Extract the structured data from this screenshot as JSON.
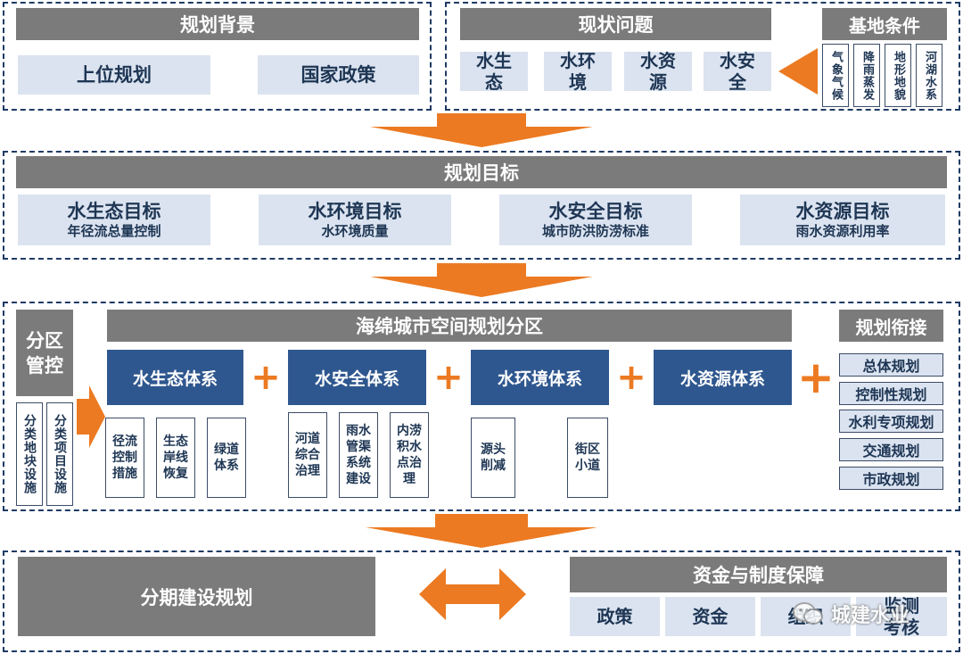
{
  "background": {
    "title": "规划背景",
    "items": [
      "上位规划",
      "国家政策"
    ]
  },
  "issues": {
    "title": "现状问题",
    "items": [
      "水生态",
      "水环境",
      "水资源",
      "水安全"
    ]
  },
  "conditions": {
    "title": "基地条件",
    "items": [
      "气象气候",
      "降雨蒸发",
      "地形地貌",
      "河湖水系"
    ]
  },
  "goals": {
    "title": "规划目标",
    "items": [
      {
        "title": "水生态目标",
        "subtitle": "年径流总量控制"
      },
      {
        "title": "水环境目标",
        "subtitle": "水环境质量"
      },
      {
        "title": "水安全目标",
        "subtitle": "城市防洪防涝标准"
      },
      {
        "title": "水资源目标",
        "subtitle": "雨水资源利用率"
      }
    ]
  },
  "zoning": {
    "control_title": "分区管控",
    "control_items": [
      "分类地块设施",
      "分类项目设施"
    ],
    "title": "海绵城市空间规划分区",
    "plus": "+",
    "systems": [
      "水生态体系",
      "水安全体系",
      "水环境体系",
      "水资源体系"
    ],
    "measures": {
      "eco": [
        "径流控制措施",
        "生态岸线恢复",
        "绿道体系"
      ],
      "safety": [
        "河道综合治理",
        "雨水管渠系统建设",
        "内涝积水点治理"
      ],
      "env": [
        "源头削减",
        "街区小道"
      ]
    },
    "link_title": "规划衔接",
    "link_items": [
      "总体规划",
      "控制性规划",
      "水利专项规划",
      "交通规划",
      "市政规划"
    ]
  },
  "phase": {
    "title": "分期建设规划"
  },
  "support": {
    "title": "资金与制度保障",
    "items": [
      "政策",
      "资金",
      "组织",
      "监测考核"
    ]
  },
  "watermark": "城建水业",
  "colors": {
    "dark_blue": "#2f578f",
    "light_blue": "#dbe3f0",
    "gray": "#7b7b7b",
    "orange": "#ec7a22",
    "border": "#1f3b64"
  }
}
